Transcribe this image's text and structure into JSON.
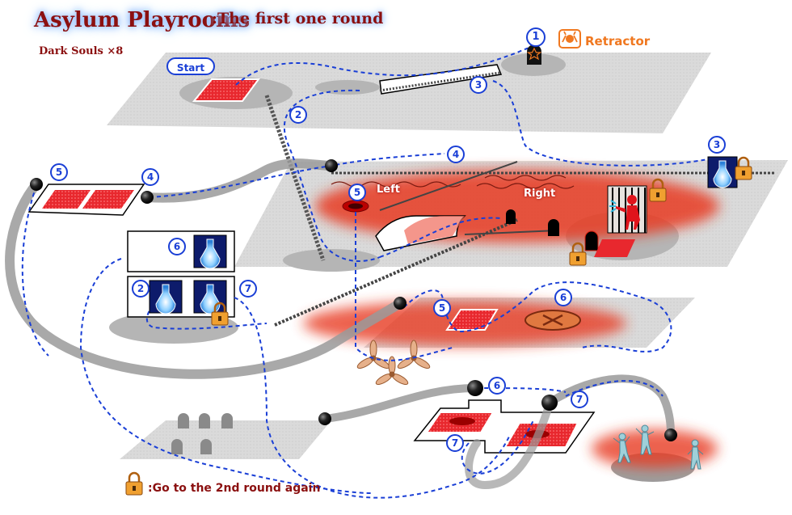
{
  "header": {
    "title": "Asylum Playrooms",
    "subtitle": ":The first one round",
    "souls_line": "Dark Souls ×8"
  },
  "legend": {
    "retractor_label": "Retractor",
    "lock_note": ":Go to the 2nd round again"
  },
  "markers": {
    "start": "Start",
    "room_left": "Left",
    "room_right": "Right"
  },
  "step_numbers": {
    "s1": "1",
    "s2": "2",
    "s3a": "3",
    "s3b": "3",
    "s4a": "4",
    "s4b": "4",
    "s5a": "5",
    "s5b": "5",
    "s5c": "5",
    "s6a": "6",
    "s6b": "6",
    "s6c": "6",
    "s7a": "7",
    "s7b": "7",
    "s7c": "7",
    "s2b": "2"
  },
  "colors": {
    "route": "#1a3fd6",
    "title": "#8b1010",
    "accent": "#f07820",
    "floor": "#d8d8d8",
    "pad": "#e8282e"
  },
  "icons": [
    "lock-icon",
    "flask-icon",
    "retractor-icon",
    "bonfire-icon",
    "propeller-icon",
    "ball-icon"
  ]
}
